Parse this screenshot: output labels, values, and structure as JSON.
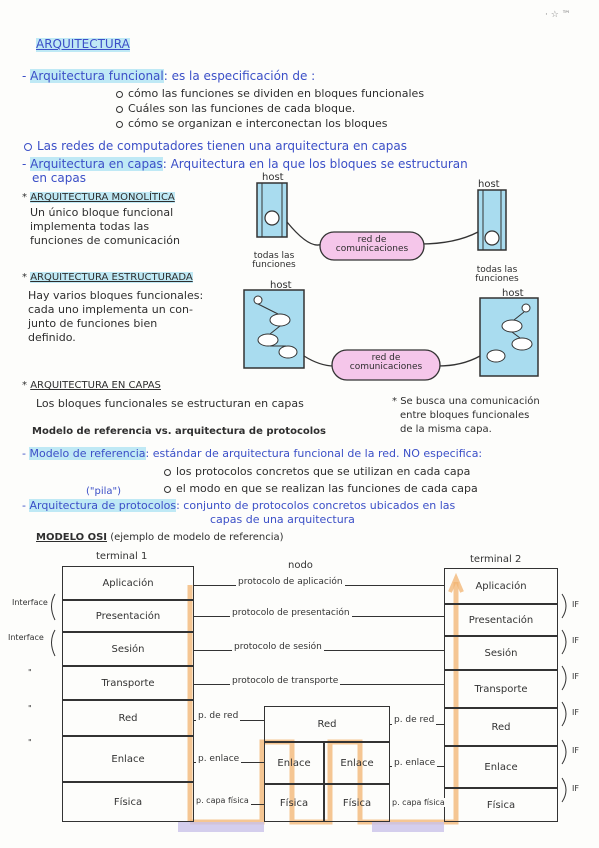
{
  "page": {
    "corner_mark": "· ☆ ™",
    "title": "ARQUITECTURA"
  },
  "intro": {
    "def1_term": "Arquitectura funcional",
    "def1_text": ": es la especificación de :",
    "bullets": [
      "cómo las funciones se dividen en bloques funcionales",
      "Cuáles son las funciones de cada bloque.",
      "cómo se organizan e interconectan los bloques"
    ],
    "redes_line": "Las redes de computadores tienen una arquitectura en capas",
    "def2_term": "Arquitectura en capas",
    "def2_text": ": Arquitectura en la que los bloques se estructuran",
    "def2_text2": "en capas"
  },
  "monolitica": {
    "heading": "ARQUITECTURA MONOLÍTICA",
    "lines": [
      "Un único bloque funcional",
      "implementa todas las",
      "funciones de comunicación"
    ],
    "host_left": "host",
    "host_right": "host",
    "cloud": "red de comunicaciones",
    "caption_left": "todas las funciones",
    "caption_right": "todas las funciones"
  },
  "estructurada": {
    "heading": "ARQUITECTURA ESTRUCTURADA",
    "lines": [
      "Hay varios bloques funcionales:",
      "cada uno implementa un con-",
      "junto de funciones bien",
      "definido."
    ],
    "host_left": "host",
    "host_right": "host",
    "cloud": "red de comunicaciones"
  },
  "capas": {
    "heading": "ARQUITECTURA EN CAPAS",
    "line": "Los bloques funcionales se estructuran en capas",
    "note": [
      "Se busca una comunicación",
      "entre bloques funcionales",
      "de la misma capa."
    ],
    "modelo_vs": "Modelo de referencia vs. arquitectura de protocolos"
  },
  "defs": {
    "modelo_term": "Modelo de referencia",
    "modelo_text": ": estándar de arquitectura funcional de la red. NO especifica:",
    "modelo_bullets": [
      "los protocolos concretos que se utilizan en cada capa",
      "el modo en que se realizan las funciones de cada capa"
    ],
    "pila": "(\"pila\")",
    "arq_term": "Arquitectura de protocolos",
    "arq_text": ": conjunto de protocolos concretos ubicados en las",
    "arq_text2": "capas de una arquitectura"
  },
  "osi": {
    "heading": "MODELO OSI",
    "subtitle": "(ejemplo de modelo de referencia)",
    "terminal1": "terminal 1",
    "nodo": "nodo",
    "terminal2": "terminal 2",
    "layers": [
      "Aplicación",
      "Presentación",
      "Sesión",
      "Transporte",
      "Red",
      "Enlace",
      "Física"
    ],
    "protocols": [
      "protocolo de aplicación",
      "protocolo de presentación",
      "protocolo de sesión",
      "protocolo de transporte"
    ],
    "p_red": "p. de red",
    "p_enlace": "p. enlace",
    "p_fisica": "p. capa física",
    "node_red": "Red",
    "node_enlace": "Enlace",
    "node_fisica": "Física",
    "left_labels": [
      "Interface",
      "Interface",
      "\"",
      "\"",
      "\""
    ],
    "if_label": "IF"
  }
}
